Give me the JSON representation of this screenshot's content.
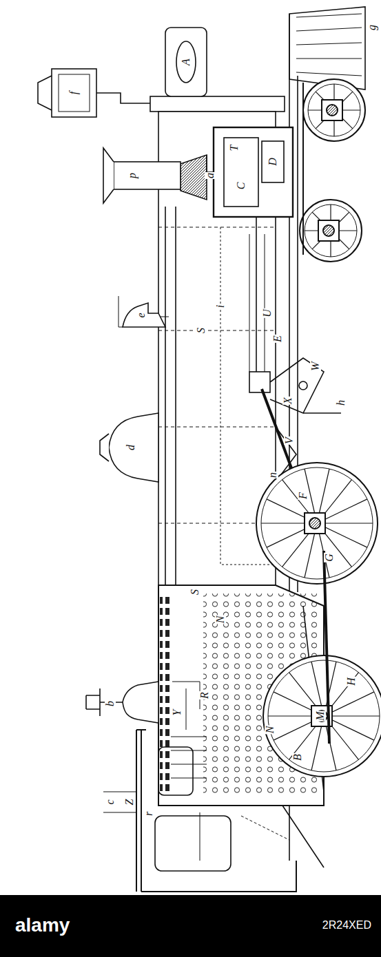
{
  "diagram": {
    "labels": [
      "g",
      "f",
      "p",
      "A",
      "a",
      "T",
      "C",
      "D",
      "e",
      "i",
      "U",
      "E",
      "S",
      "d",
      "W",
      "X",
      "h",
      "V",
      "n",
      "F",
      "G",
      "S",
      "b",
      "R",
      "Y",
      "c",
      "Z",
      "r",
      "N",
      "N",
      "B",
      "M",
      "H",
      "alamy",
      "2R24XED"
    ]
  }
}
